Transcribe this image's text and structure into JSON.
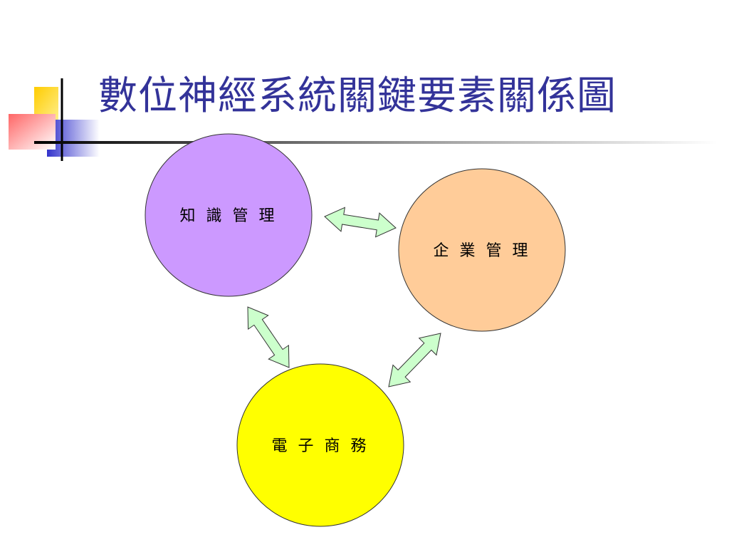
{
  "slide": {
    "title": "數位神經系統關鍵要素關係圖"
  },
  "diagram": {
    "nodes": [
      {
        "id": "knowledge",
        "label": "知 識 管 理",
        "color": "#cc99ff"
      },
      {
        "id": "enterprise",
        "label": "企 業 管 理",
        "color": "#ffcc99"
      },
      {
        "id": "ecommerce",
        "label": "電 子 商 務",
        "color": "#ffff00"
      }
    ],
    "links": [
      {
        "from": "knowledge",
        "to": "enterprise",
        "direction": "both"
      },
      {
        "from": "knowledge",
        "to": "ecommerce",
        "direction": "both"
      },
      {
        "from": "enterprise",
        "to": "ecommerce",
        "direction": "both"
      }
    ]
  },
  "colors": {
    "title": "#333399",
    "arrow_fill": "#ccffcc",
    "node_border": "#333333",
    "accent_yellow": "#ffcc00",
    "accent_red": "#ff3333",
    "accent_blue": "#3333cc"
  }
}
